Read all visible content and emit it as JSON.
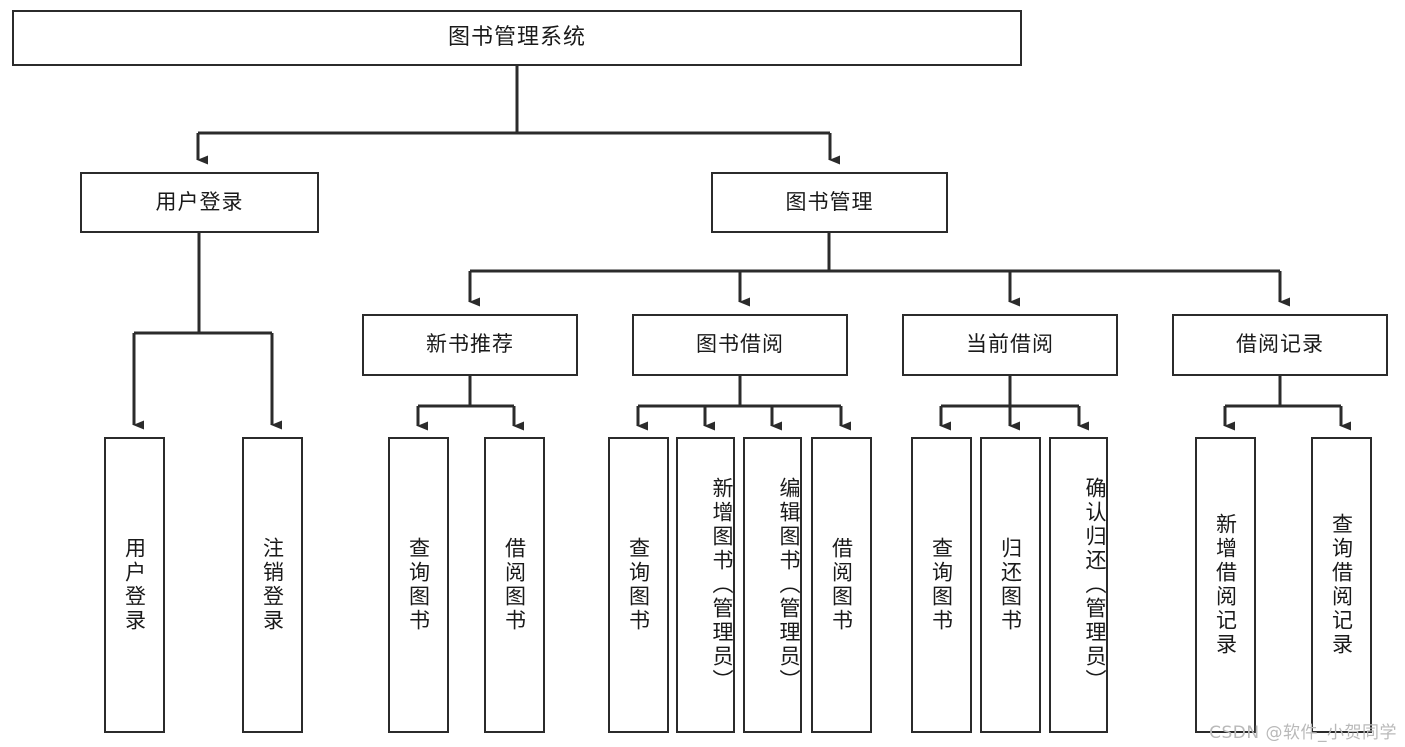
{
  "diagram": {
    "title": "图书管理系统",
    "type": "tree",
    "watermark": "CSDN @软件_小贺同学",
    "edge_color": "#2b2b2b",
    "box_border_color": "#2b2b2b",
    "box_fill_color": "#ffffff",
    "text_color": "#1a1a1a"
  },
  "levels": {
    "root": {
      "label": "图书管理系统"
    },
    "level2": [
      {
        "label": "用户登录"
      },
      {
        "label": "图书管理"
      }
    ],
    "level3": [
      {
        "label": "新书推荐"
      },
      {
        "label": "图书借阅"
      },
      {
        "label": "当前借阅"
      },
      {
        "label": "借阅记录"
      }
    ],
    "leaves": {
      "user_login": [
        {
          "label": "用户登录"
        },
        {
          "label": "注销登录"
        }
      ],
      "new_book": [
        {
          "label": "查询图书"
        },
        {
          "label": "借阅图书"
        }
      ],
      "book_borrow": [
        {
          "label": "查询图书"
        },
        {
          "label": "新增图书（管理员）"
        },
        {
          "label": "编辑图书（管理员）"
        },
        {
          "label": "借阅图书"
        }
      ],
      "current_borrow": [
        {
          "label": "查询图书"
        },
        {
          "label": "归还图书"
        },
        {
          "label": "确认归还（管理员）"
        }
      ],
      "borrow_record": [
        {
          "label": "新增借阅记录"
        },
        {
          "label": "查询借阅记录"
        }
      ]
    }
  }
}
